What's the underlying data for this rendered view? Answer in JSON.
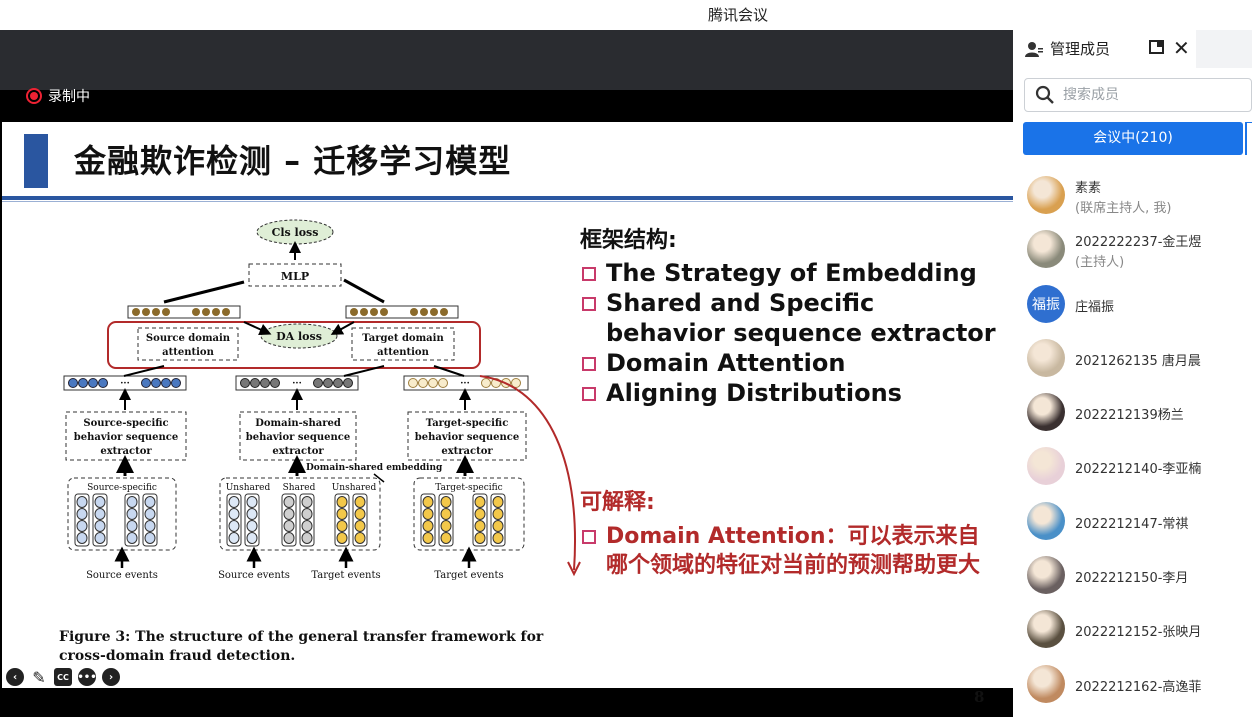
{
  "window": {
    "title": "腾讯会议"
  },
  "recording": {
    "label": "录制中"
  },
  "slide": {
    "title": "金融欺诈检测 – 迁移学习模型",
    "page_number": "8",
    "figure": {
      "caption": "Figure 3: The structure of the general transfer framework for cross-domain fraud detection.",
      "labels": {
        "cls_loss": "Cls loss",
        "mlp": "MLP",
        "da_loss": "DA loss",
        "source_attention": [
          "Source domain",
          "attention"
        ],
        "target_attention": [
          "Target domain",
          "attention"
        ],
        "source_extractor": [
          "Source-specific",
          "behavior sequence",
          "extractor"
        ],
        "shared_extractor": [
          "Domain-shared",
          "behavior sequence",
          "extractor"
        ],
        "target_extractor": [
          "Target-specific",
          "behavior sequence",
          "extractor"
        ],
        "shared_embedding": "Domain-shared embedding",
        "source_specific": "Source-specific",
        "unshared": "Unshared",
        "shared": "Shared",
        "target_specific": "Target-specific",
        "source_events": "Source events",
        "target_events": "Target events",
        "dots": "···"
      }
    },
    "framework": {
      "heading": "框架结构:",
      "items": [
        "The Strategy of Embedding",
        "Shared and Specific behavior sequence extractor",
        "Domain Attention",
        "Aligning Distributions"
      ]
    },
    "interpretability": {
      "heading": "可解释:",
      "item": "Domain Attention：可以表示来自哪个领域的特征对当前的预测帮助更大"
    },
    "colors": {
      "accent": "#2a56a0",
      "bullet": "#c83a6a",
      "interp": "#b22a2a",
      "source": "#4a78c0",
      "shared": "#777777",
      "target": "#f0c860"
    }
  },
  "slide_toolbar": [
    {
      "icon": "back-icon"
    },
    {
      "icon": "pen-icon"
    },
    {
      "icon": "cc-icon",
      "label": "CC"
    },
    {
      "icon": "more-icon"
    },
    {
      "icon": "forward-icon"
    }
  ],
  "sidebar": {
    "title": "管理成员",
    "search_placeholder": "搜索成员",
    "tab_label": "会议中(210)",
    "members": [
      {
        "name": "素素",
        "role": "(联席主持人, 我)",
        "avatar": "photo",
        "color": "#d9a050"
      },
      {
        "name": "2022222237-金王煜",
        "role": "(主持人)",
        "avatar": "photo",
        "color": "#8a8a7a"
      },
      {
        "name": "庄福振",
        "role": "",
        "avatar": "text",
        "avatar_text": "福振",
        "color": "#2f6fd0"
      },
      {
        "name": "2021262135 唐月晨",
        "role": "",
        "avatar": "photo",
        "color": "#c8b8a0"
      },
      {
        "name": "2022212139杨兰",
        "role": "",
        "avatar": "photo",
        "color": "#3a3030"
      },
      {
        "name": "2022212140-李亚楠",
        "role": "",
        "avatar": "photo",
        "color": "#e8d0d8"
      },
      {
        "name": "2022212147-常祺",
        "role": "",
        "avatar": "photo",
        "color": "#4a90c8"
      },
      {
        "name": "2022212150-李月",
        "role": "",
        "avatar": "photo",
        "color": "#6a6060"
      },
      {
        "name": "2022212152-张映月",
        "role": "",
        "avatar": "photo",
        "color": "#5a5040"
      },
      {
        "name": "2022212162-高逸菲",
        "role": "",
        "avatar": "photo",
        "color": "#c08a60"
      }
    ]
  }
}
